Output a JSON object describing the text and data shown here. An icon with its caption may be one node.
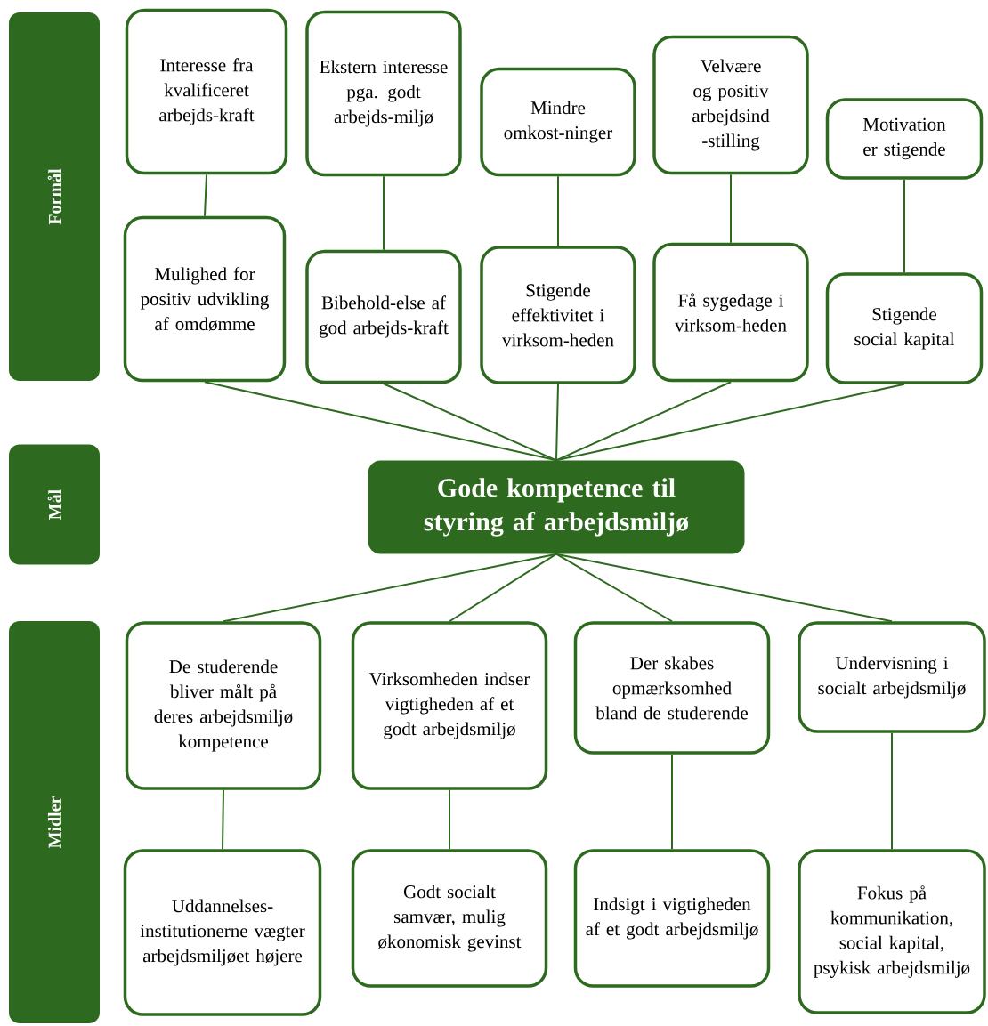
{
  "diagram": {
    "nodes": [
      {
        "text": [
          "Formål"
        ]
      },
      {
        "text": [
          "Interesse fra kvalificeret arbejds-kraft"
        ]
      },
      {
        "text": [
          "Ekstern interesse pga. godt arbejds-miljø"
        ]
      },
      {
        "text": [
          "Mindre omkost-ninger"
        ]
      },
      {
        "text": [
          "Velvære og positiv arbejdsind -stilling"
        ]
      },
      {
        "text": [
          "Motivation er stigende"
        ]
      },
      {
        "text": [
          "Mulighed for positiv udvikling af omdømme"
        ]
      },
      {
        "text": [
          "Bibehold-else af god arbejds-kraft"
        ]
      },
      {
        "text": [
          "Stigende effektivitet i virksom-heden"
        ]
      },
      {
        "text": [
          "Få sygedage i virksom-heden"
        ]
      },
      {
        "text": [
          "Stigende social kapital"
        ]
      },
      {
        "text": [
          "Mål"
        ]
      },
      {
        "text": [
          "Gode kompetence til styring af arbejdsmiljø"
        ]
      },
      {
        "text": [
          "Midler"
        ]
      },
      {
        "text": [
          "De studerende bliver målt på deres arbejdsmiljø kompetence"
        ]
      },
      {
        "text": [
          "Virksomheden indser vigtigheden af et godt arbejdsmiljø"
        ]
      },
      {
        "text": [
          "Der skabes opmærksomhed bland de studerende"
        ]
      },
      {
        "text": [
          "Undervisning i socialt arbejdsmiljø"
        ]
      },
      {
        "text": [
          "Uddannelses-institutionerne vægter arbejdsmiljøet højere"
        ]
      },
      {
        "text": [
          "Godt socialt samvær, mulig økonomisk gevinst"
        ]
      },
      {
        "text": [
          "Indsigt i vigtigheden af et godt arbejdsmiljø"
        ]
      },
      {
        "text": [
          "Fokus på kommunikation, social kapital, psykisk arbejdsmiljø"
        ]
      }
    ],
    "edges": [
      {
        "from": 1,
        "to": 6,
        "arrow": "none"
      },
      {
        "from": 2,
        "to": 7,
        "arrow": "none"
      },
      {
        "from": 3,
        "to": 8,
        "arrow": "none"
      },
      {
        "from": 4,
        "to": 9,
        "arrow": "none"
      },
      {
        "from": 5,
        "to": 10,
        "arrow": "none"
      },
      {
        "from": 6,
        "to": 12,
        "arrow": "none"
      },
      {
        "from": 7,
        "to": 12,
        "arrow": "none"
      },
      {
        "from": 8,
        "to": 12,
        "arrow": "none"
      },
      {
        "from": 9,
        "to": 12,
        "arrow": "none"
      },
      {
        "from": 10,
        "to": 12,
        "arrow": "none"
      },
      {
        "from": 12,
        "to": 14,
        "arrow": "none"
      },
      {
        "from": 12,
        "to": 15,
        "arrow": "none"
      },
      {
        "from": 12,
        "to": 16,
        "arrow": "none"
      },
      {
        "from": 12,
        "to": 17,
        "arrow": "none"
      },
      {
        "from": 14,
        "to": 18,
        "arrow": "none"
      },
      {
        "from": 15,
        "to": 19,
        "arrow": "none"
      },
      {
        "from": 16,
        "to": 20,
        "arrow": "none"
      },
      {
        "from": 17,
        "to": 21,
        "arrow": "none"
      }
    ]
  }
}
